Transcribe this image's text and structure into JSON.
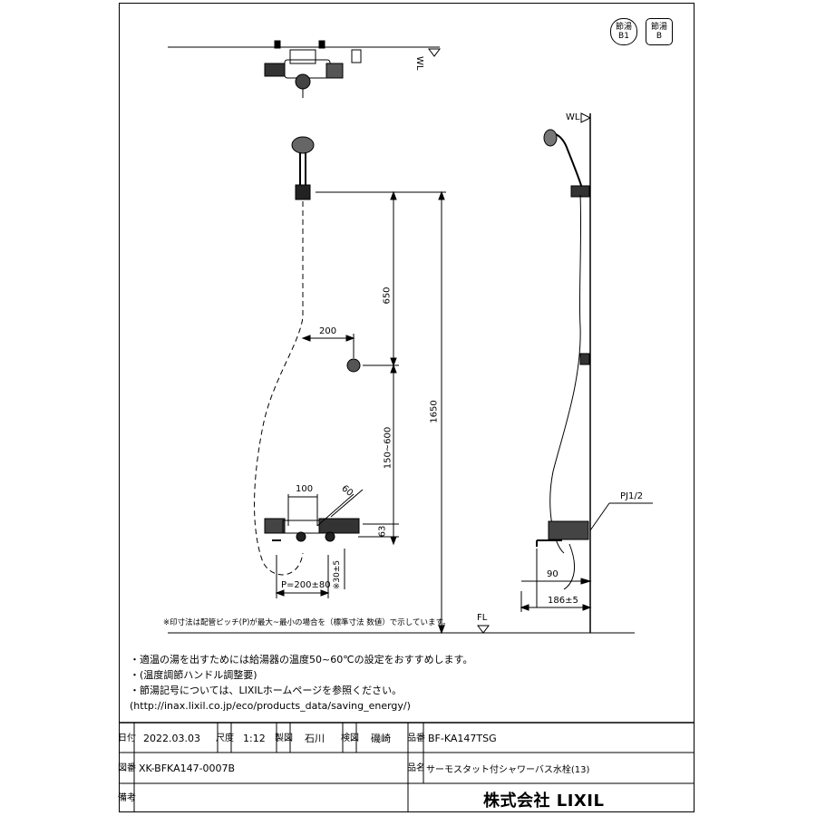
{
  "badges": [
    {
      "line1": "節湯",
      "line2": "B1"
    },
    {
      "line1": "節湯",
      "line2": "B"
    }
  ],
  "labels": {
    "wl_top": "WL",
    "wl_side": "WL",
    "fl": "FL",
    "dim_650": "650",
    "dim_1650": "1650",
    "dim_150_600": "150~600",
    "dim_200": "200",
    "dim_100": "100",
    "dim_60": "60",
    "dim_63": "63",
    "dim_30": "※30±5",
    "pitch": "P=200±80",
    "pj": "PJ1/2",
    "dim_90": "90",
    "dim_186": "186±5"
  },
  "footnote": "※印寸法は配管ピッチ(P)が最大~最小の場合を（標準寸法 数値）で示しています。",
  "notes": [
    "・適温の湯を出すためには給湯器の温度50~60℃の設定をおすすめします。",
    "・(温度調節ハンドル調整要)",
    "・節湯記号については、LIXILホームページを参照ください。",
    "(http://inax.lixil.co.jp/eco/products_data/saving_energy/)"
  ],
  "title_block": {
    "date_label": "日付",
    "date": "2022.03.03",
    "scale_label": "尺度",
    "scale": "1:12",
    "drawn_label": "製図",
    "drawn": "石川",
    "checked_label": "検図",
    "checked": "磯崎",
    "part_label": "品番",
    "part": "BF-KA147TSG",
    "drawing_label": "図番",
    "drawing": "XK-BFKA147-0007B",
    "name_label": "品名",
    "name": "サーモスタット付シャワーバス水栓(13)",
    "remarks_label": "備考",
    "company": "株式会社 LIXIL"
  }
}
